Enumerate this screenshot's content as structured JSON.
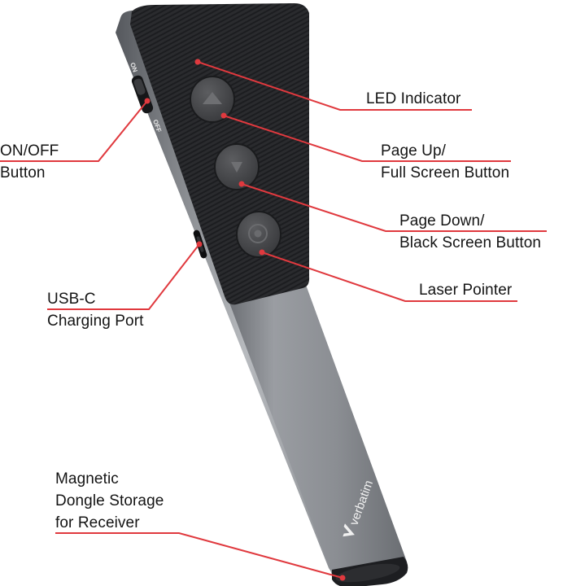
{
  "figure": {
    "subject": "Verbatim wireless presenter with laser pointer",
    "brand_mark": "verbatim",
    "switch_labels": {
      "on": "ON",
      "off": "OFF"
    },
    "colors": {
      "callout_line": "#e0393e",
      "body_dark": "#2a2b2e",
      "body_metal": "#8a8d92",
      "button": "#4a4b4e",
      "background": "#ffffff"
    }
  },
  "callouts": [
    {
      "id": "led",
      "lines": [
        "LED Indicator"
      ]
    },
    {
      "id": "page-up",
      "lines": [
        "Page Up/",
        "Full Screen Button"
      ]
    },
    {
      "id": "page-down",
      "lines": [
        "Page Down/",
        "Black Screen Button"
      ]
    },
    {
      "id": "laser",
      "lines": [
        "Laser Pointer"
      ]
    },
    {
      "id": "on-off",
      "lines": [
        "ON/OFF",
        "Button"
      ]
    },
    {
      "id": "usb-c",
      "lines": [
        "USB-C",
        "Charging Port"
      ]
    },
    {
      "id": "dongle",
      "lines": [
        "Magnetic",
        "Dongle Storage",
        "for Receiver"
      ]
    }
  ]
}
